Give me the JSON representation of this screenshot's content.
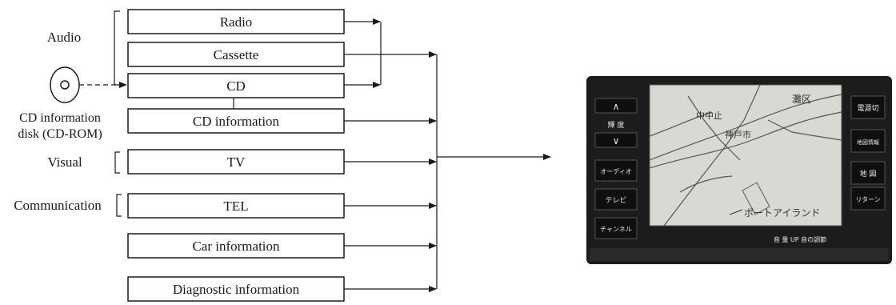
{
  "groups": {
    "audio": "Audio",
    "cd_disk_line1": "CD information",
    "cd_disk_line2": "disk (CD-ROM)",
    "visual": "Visual",
    "communication": "Communication"
  },
  "sources": [
    "Radio",
    "Cassette",
    "CD",
    "CD information",
    "TV",
    "TEL",
    "Car information",
    "Diagnostic information"
  ],
  "display": {
    "left_buttons": {
      "up": "∧",
      "brightness": "輝 度",
      "down": "∨",
      "audio": "オーディオ",
      "tv": "テレビ",
      "channel": "チャンネル"
    },
    "right_buttons": {
      "power_off": "電源切",
      "map_info": "地図情報",
      "map": "地 図",
      "return": "リターン"
    },
    "map_labels": {
      "district": "灘区",
      "naka": "中中止",
      "kobe": "神戸市",
      "island": "ポートアイランド"
    },
    "bottom_text": "音 量 UP  音の調節"
  },
  "colors": {
    "line": "#1a1a1a",
    "bezel": "#1c1c1c",
    "screen": "#d9d9d4"
  }
}
